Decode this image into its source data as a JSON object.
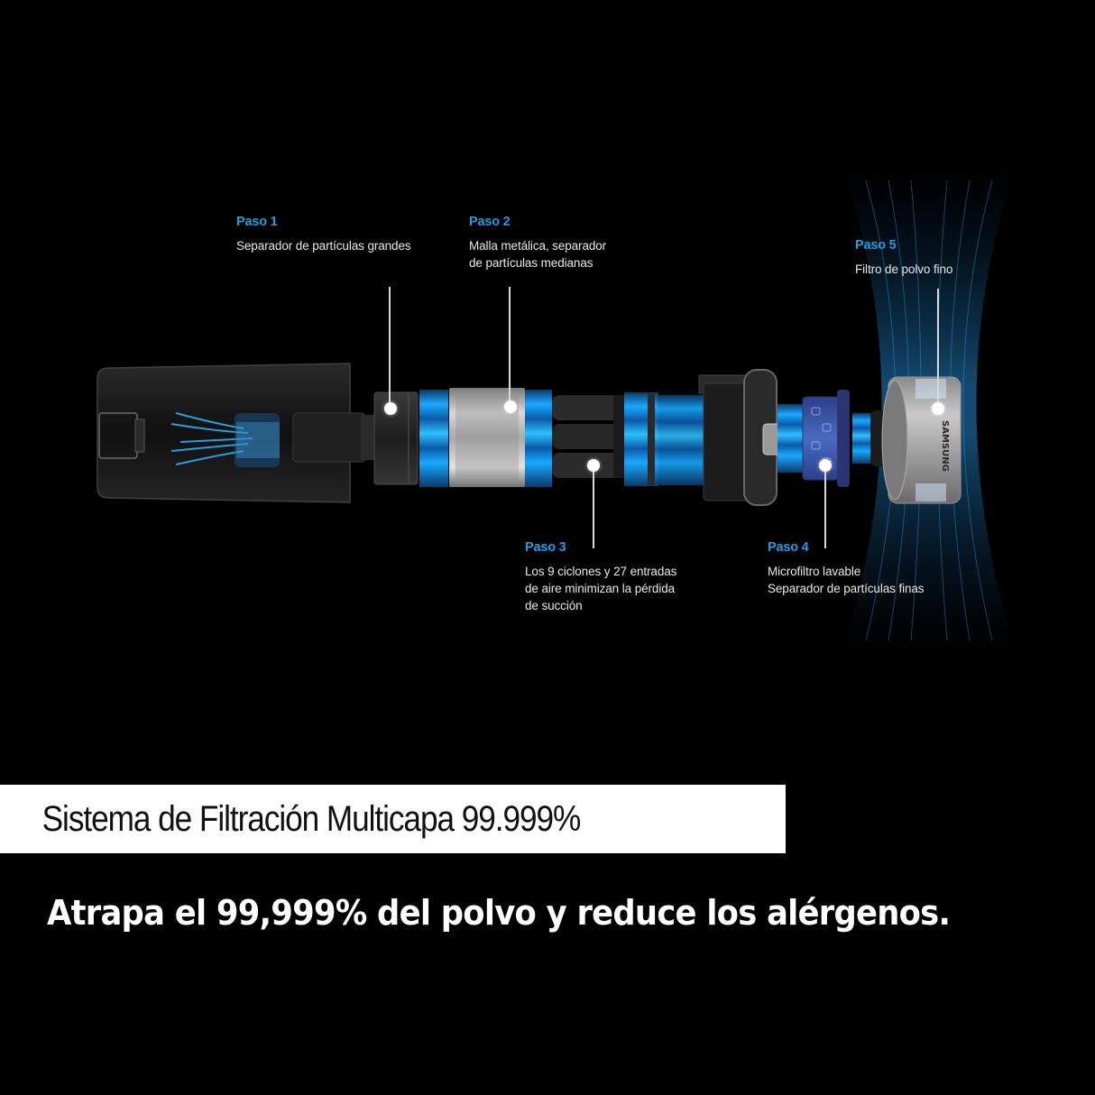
{
  "steps": [
    {
      "step": "Paso 1",
      "description": "Separador de partículas grandes"
    },
    {
      "step": "Paso 2",
      "description": "Malla metálica, separador\nde partículas medianas"
    },
    {
      "step": "Paso 3",
      "description": "Los 9 ciclones y 27 entradas\nde aire minimizan la pérdida\nde succión"
    },
    {
      "step": "Paso 4",
      "description": "Microfiltro lavable\nSeparador de partículas finas"
    },
    {
      "step": "Paso 5",
      "description": "Filtro de polvo fino"
    }
  ],
  "device": {
    "brand_mark": "SAMSUNG"
  },
  "banner": {
    "title": "Sistema de Filtración Multicapa 99.999%"
  },
  "headline": "Atrapa el 99,999% del polvo y reduce los alérgenos.",
  "colors": {
    "background": "#000000",
    "step_label": "#1e9ce6",
    "airflow": "#19a9ff",
    "banner_bg": "#ffffff",
    "banner_text": "#111111",
    "headline_text": "#ffffff"
  }
}
